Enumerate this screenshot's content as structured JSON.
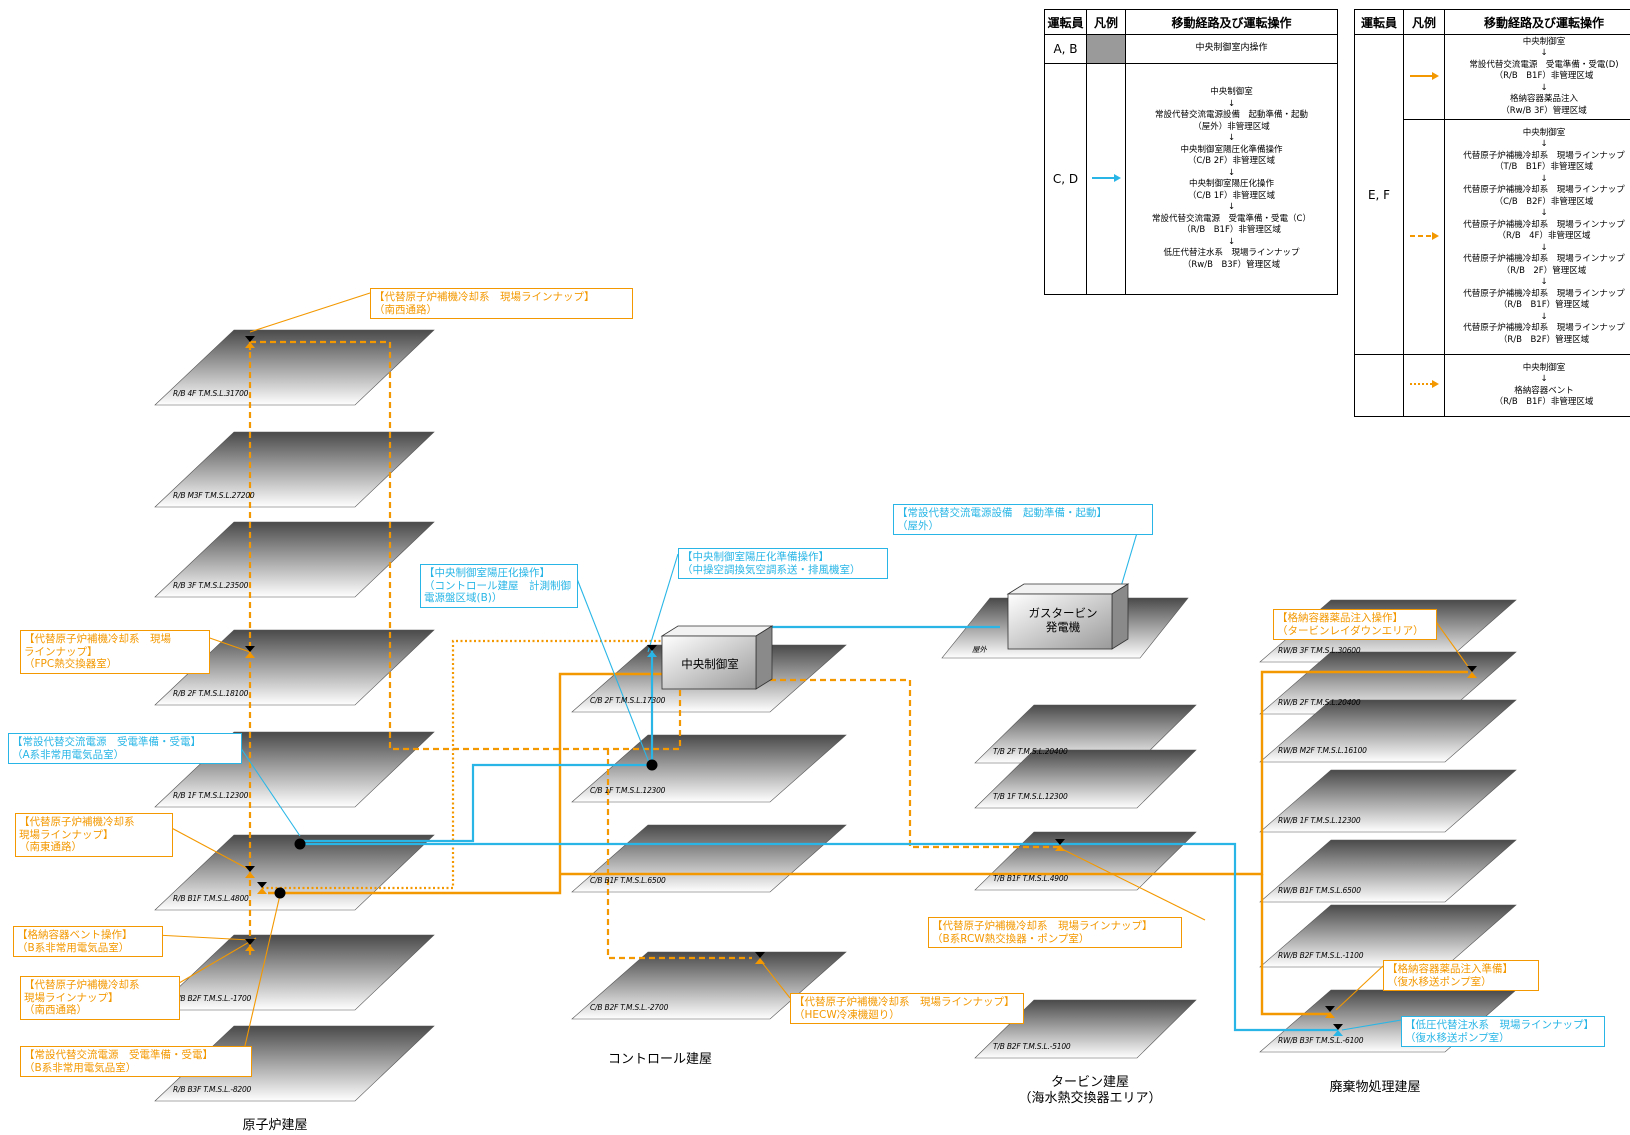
{
  "legend_left": {
    "headers": {
      "operator": "運転員",
      "legend": "凡例",
      "route": "移動経路及び運転操作"
    },
    "rows": [
      {
        "operator": "A, B",
        "ops": "中央制御室内操作"
      },
      {
        "operator": "C, D",
        "ops": "中央制御室\n↓\n常設代替交流電源設備　起動準備・起動\n（屋外）非管理区域\n↓\n中央制御室陽圧化準備操作\n（C/B 2F）非管理区域\n↓\n中央制御室陽圧化操作\n（C/B 1F）非管理区域\n↓\n常設代替交流電源　受電準備・受電（C）\n（R/B　B1F）非管理区域\n↓\n低圧代替注水系　現場ラインナップ\n（Rw/B　B3F）管理区域"
      }
    ]
  },
  "legend_right": {
    "headers": {
      "operator": "運転員",
      "legend": "凡例",
      "route": "移動経路及び運転操作"
    },
    "operator": "E, F",
    "rows": [
      {
        "ops": "中央制御室\n↓\n常設代替交流電源　受電準備・受電(D)\n（R/B　B1F）非管理区域\n↓\n格納容器薬品注入\n（Rw/B 3F）管理区域"
      },
      {
        "ops": "中央制御室\n↓\n代替原子炉補機冷却系　現場ラインナップ\n（T/B　B1F）非管理区域\n↓\n代替原子炉補機冷却系　現場ラインナップ\n（C/B　B2F）非管理区域\n↓\n代替原子炉補機冷却系　現場ラインナップ\n（R/B　4F）非管理区域\n↓\n代替原子炉補機冷却系　現場ラインナップ\n（R/B　2F）管理区域\n↓\n代替原子炉補機冷却系　現場ラインナップ\n（R/B　B1F）管理区域\n↓\n代替原子炉補機冷却系　現場ラインナップ\n（R/B　B2F）管理区域"
      },
      {
        "ops": "中央制御室\n↓\n格納容器ベント\n（R/B　B1F）非管理区域"
      }
    ]
  },
  "colors": {
    "orange": "#f39800",
    "blue": "#29b6e6"
  },
  "reactor_floors": [
    "R/B 4F T.M.S.L.31700",
    "R/B M3F T.M.S.L.27200",
    "R/B 3F T.M.S.L.23500",
    "R/B 2F T.M.S.L.18100",
    "R/B 1F T.M.S.L.12300",
    "R/B B1F T.M.S.L.4800",
    "R/B B2F T.M.S.L.-1700",
    "R/B B3F T.M.S.L.-8200"
  ],
  "control_floors": [
    "C/B 2F T.M.S.L.17300",
    "C/B 1F T.M.S.L.12300",
    "C/B B1F T.M.S.L.6500",
    "C/B B2F T.M.S.L.-2700"
  ],
  "turbine_floors": [
    "T/B 2F T.M.S.L.20400",
    "T/B 1F T.M.S.L.12300",
    "T/B B1F T.M.S.L.4900",
    "T/B B2F T.M.S.L.-5100"
  ],
  "waste_floors": [
    "RW/B 3F T.M.S.L.30600",
    "RW/B 2F T.M.S.L.20400",
    "RW/B M2F T.M.S.L.16100",
    "RW/B 1F T.M.S.L.12300",
    "RW/B B1F T.M.S.L.6500",
    "RW/B B2F T.M.S.L.-1100",
    "RW/B B3F T.M.S.L.-6100"
  ],
  "outdoor_label": "屋外",
  "boxes": {
    "control_room": "中央制御室",
    "gas_turbine": "ガスタービン\n発電機"
  },
  "buildings": {
    "reactor": "原子炉建屋",
    "control": "コントロール建屋",
    "turbine": "タービン建屋\n（海水熱交換器エリア）",
    "waste": "廃棄物処理建屋"
  },
  "callouts": {
    "c1": "【代替原子炉補機冷却系　現場ラインナップ】\n（南西通路）",
    "c2": "【代替原子炉補機冷却系　現場\nラインナップ】\n（FPC熱交換器室）",
    "c3": "【常設代替交流電源　受電準備・受電】\n（A系非常用電気品室）",
    "c4": "【代替原子炉補機冷却系\n現場ラインナップ】\n（南東通路）",
    "c5": "【格納容器ベント操作】\n（B系非常用電気品室）",
    "c6": "【代替原子炉補機冷却系\n現場ラインナップ】\n（南西通路）",
    "c7": "【常設代替交流電源　受電準備・受電】\n（B系非常用電気品室）",
    "c8": "【中央制御室陽圧化操作】\n（コントロール建屋　計測制御\n電源盤区域(B)）",
    "c9": "【中央制御室陽圧化準備操作】\n（中操空調換気空調系送・排風機室）",
    "c10": "【常設代替交流電源設備　起動準備・起動】\n（屋外）",
    "c11": "【代替原子炉補機冷却系　現場ラインナップ】\n（B系RCW熱交換器・ポンプ室）",
    "c12": "【代替原子炉補機冷却系　現場ラインナップ】\n（HECW冷凍機廻り）",
    "c13": "【格納容器薬品注入操作】\n（タービンレイダウンエリア）",
    "c14": "【格納容器薬品注入準備】\n（復水移送ポンプ室）",
    "c15": "【低圧代替注水系　現場ラインナップ】\n（復水移送ポンプ室）"
  }
}
